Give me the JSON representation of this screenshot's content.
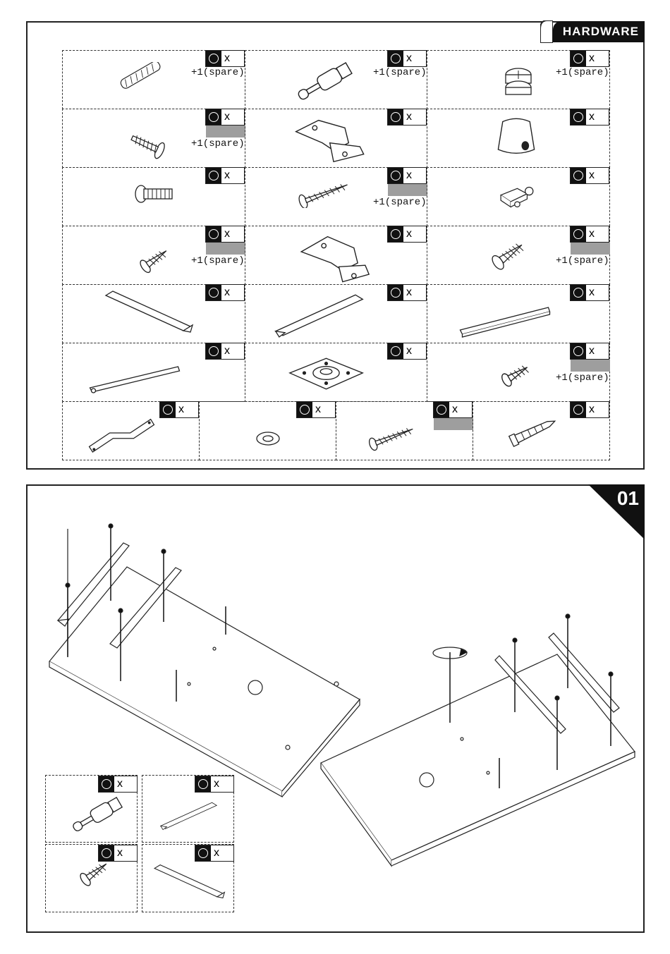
{
  "hardware_section": {
    "title": "HARDWARE",
    "quantity_marker": "x",
    "spare_label": "+1(spare)",
    "items": [
      {
        "icon": "wooden-dowel-icon",
        "spare": "+1(spare)",
        "blank_box": false
      },
      {
        "icon": "cam-bolt-icon",
        "spare": "+1(spare)",
        "blank_box": false
      },
      {
        "icon": "cam-lock-icon",
        "spare": "+1(spare)",
        "blank_box": false
      },
      {
        "icon": "short-screw-icon",
        "spare": "+1(spare)",
        "blank_box": true
      },
      {
        "icon": "hinge-icon",
        "spare": "",
        "blank_box": false
      },
      {
        "icon": "knob-icon",
        "spare": "",
        "blank_box": false
      },
      {
        "icon": "machine-bolt-icon",
        "spare": "",
        "blank_box": false
      },
      {
        "icon": "long-screw-icon",
        "spare": "+1(spare)",
        "blank_box": true
      },
      {
        "icon": "shelf-clip-icon",
        "spare": "",
        "blank_box": false
      },
      {
        "icon": "small-screw-icon",
        "spare": "+1(spare)",
        "blank_box": true
      },
      {
        "icon": "hinge-plate-icon",
        "spare": "",
        "blank_box": false
      },
      {
        "icon": "medium-screw-icon",
        "spare": "+1(spare)",
        "blank_box": true
      },
      {
        "icon": "drawer-rail-left-icon",
        "spare": "",
        "blank_box": false
      },
      {
        "icon": "drawer-rail-right-icon",
        "spare": "",
        "blank_box": false
      },
      {
        "icon": "slide-rail-icon",
        "spare": "",
        "blank_box": false
      },
      {
        "icon": "slide-rail-short-icon",
        "spare": "",
        "blank_box": false
      },
      {
        "icon": "mounting-plate-icon",
        "spare": "",
        "blank_box": false
      },
      {
        "icon": "tiny-screw-icon",
        "spare": "+1(spare)",
        "blank_box": true
      },
      {
        "icon": "z-bracket-icon",
        "spare": "",
        "blank_box": false
      },
      {
        "icon": "washer-icon",
        "spare": "",
        "blank_box": false
      },
      {
        "icon": "wall-screw-icon",
        "spare": "",
        "blank_box": true
      },
      {
        "icon": "wall-anchor-icon",
        "spare": "",
        "blank_box": false
      }
    ]
  },
  "step_section": {
    "step_number": "01",
    "parts_used": [
      {
        "icon": "cam-bolt-icon"
      },
      {
        "icon": "drawer-rail-right-icon"
      },
      {
        "icon": "small-screw-icon"
      },
      {
        "icon": "drawer-rail-left-icon"
      }
    ]
  }
}
